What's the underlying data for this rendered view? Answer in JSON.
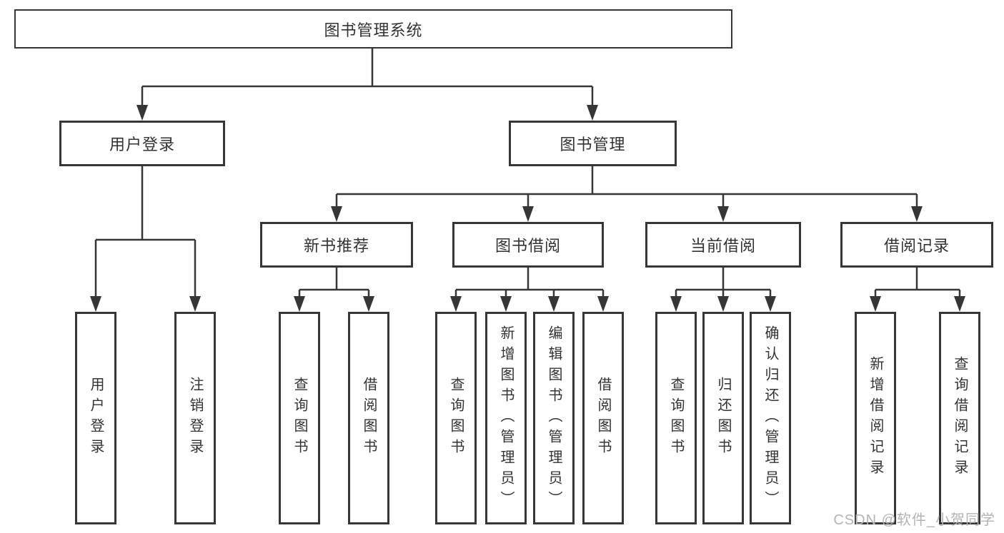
{
  "tree": {
    "root": {
      "label": "图书管理系统"
    },
    "children": [
      {
        "label": "用户登录",
        "children": [
          {
            "label": "用户登录"
          },
          {
            "label": "注销登录"
          }
        ]
      },
      {
        "label": "图书管理",
        "children": [
          {
            "label": "新书推荐",
            "children": [
              {
                "label": "查询图书"
              },
              {
                "label": "借阅图书"
              }
            ]
          },
          {
            "label": "图书借阅",
            "children": [
              {
                "label": "查询图书"
              },
              {
                "label": "新增图书（管理员）"
              },
              {
                "label": "编辑图书（管理员）"
              },
              {
                "label": "借阅图书"
              }
            ]
          },
          {
            "label": "当前借阅",
            "children": [
              {
                "label": "查询图书"
              },
              {
                "label": "归还图书"
              },
              {
                "label": "确认归还（管理员）"
              }
            ]
          },
          {
            "label": "借阅记录",
            "children": [
              {
                "label": "新增借阅记录"
              },
              {
                "label": "查询借阅记录"
              }
            ]
          }
        ]
      }
    ]
  },
  "watermark": "CSDN @软件_小贺同学",
  "colors": {
    "line": "#363636",
    "box_border": "#363636",
    "text": "#333333",
    "watermark": "#b7b2b6",
    "background": "#ffffff"
  }
}
